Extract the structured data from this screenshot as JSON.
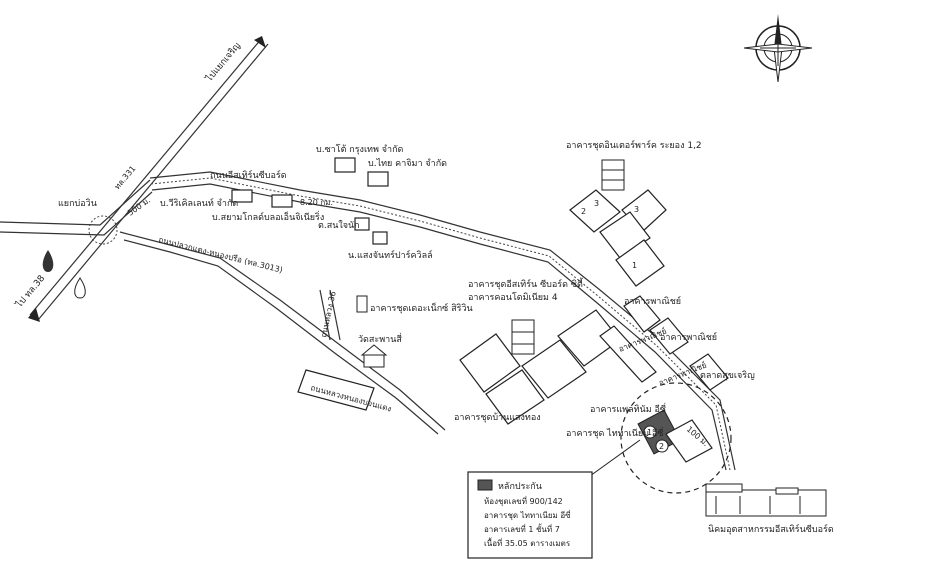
{
  "roads": {
    "main_road_n": "ไปแยกเจริญ",
    "main_road_s": "ไป ทล.38",
    "junction": "แยกบ่อวิน",
    "road_331": "ทล.331",
    "estate_road": "ถนนอีสเทิร์นซีบอร์ด",
    "bypass_road": "ถนนปลวกแดง-หนองปรือ (ทล.3013)",
    "side_road": "ถนนหลวง 36",
    "dist_500": "500 ม.",
    "dist_8km": "8.20 กม.",
    "dist_100": "100 ม.",
    "road_bottom": "ถนนหลวงหนองบอนแดง"
  },
  "places": {
    "wat": "วัดสะพานสี่",
    "c1": "บ.ซาโต้ กรุงเทพ จำกัด",
    "c2": "บ.ไทย คาจิมา จำกัด",
    "c3": "บ.วีริเคิลเลนท์ จำกัด",
    "c4": "บ.สยามโกลด์บลอเอ็นจิเนียริ่ง",
    "c5": "ต.สนใจนัก",
    "c6": "น.แสงจันทร์ปาร์ควิลล์",
    "condo_dome": "อาคารชุดเดอะเน็กซ์ สิริวิน",
    "condo_inter": "อาคารชุดอินเตอร์พาร์ค ระยอง 1,2",
    "condo_eastern": "อาคารชุดอีสเทิร์น ซีบอร์ด ซิตี้",
    "condo_4": "อาคารคอนโดมิเนียม 4",
    "commercial_1": "อาคารพาณิชย์",
    "commercial_2": "อาคารพาณิชย์",
    "market": "ตลาดสุขเจริญ",
    "commercial_3": "อาคารพาณิชย์",
    "commercial_4": "อาคารพาณิชย์",
    "condo_sukhum": "อาคารชุดบ้านแสงทอง",
    "condo_lanna": "อาคารแพลทินัม อีซี่",
    "condo_platinum": "อาคารชุด ไททาเนียม อีซี่",
    "estate": "นิคมอุตสาหกรรมอีสเทิร์นซีบอร์ด",
    "n1": "1",
    "n2": "2",
    "n3": "3",
    "n1b": "1",
    "n2b": "2",
    "n3b": "3"
  },
  "legend": {
    "title": "หลักประกัน",
    "line1": "ห้องชุดเลขที่ 900/142",
    "line2": "อาคารชุด ไททาเนียม อีซี่",
    "line3": "อาคารเลขที่ 1 ชั้นที่ 7",
    "line4": "เนื้อที่ 35.05 ตารางเมตร"
  }
}
